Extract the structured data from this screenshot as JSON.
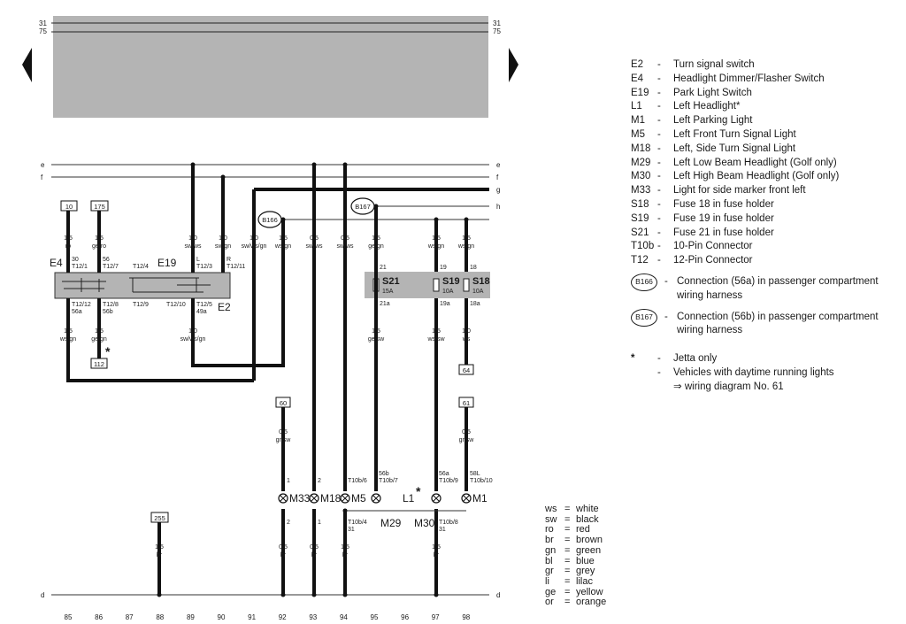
{
  "header_lines": {
    "line31": "31",
    "line75": "75"
  },
  "rails": {
    "e": "e",
    "f": "f",
    "g": "g",
    "h": "h",
    "d": "d"
  },
  "top_connectors": {
    "c10": "10",
    "c175": "175",
    "c60": "60",
    "c61": "61",
    "c112": "112",
    "c64": "64",
    "c255": "255"
  },
  "wires": {
    "w85": "1,5|ro",
    "w86": "1,5|ge/ro",
    "w89": "1,0|sw/ws",
    "w90": "1,0|sw/gn",
    "w91": "1,0|sw/ws/gn",
    "w92": "1,5|ws/gn",
    "w93": "0,5|sw/ws",
    "w94": "0,5|sw/ws",
    "w95": "1,5|ge/gn",
    "w97": "1,5|ws/gn",
    "w98": "1,5|ws/gn",
    "w85b": "1,5|ws/gn",
    "w86b": "1,5|ge/gn",
    "w89b": "1,0|sw/ws/gn",
    "w95b": "1,5|ge/sw",
    "w97b": "1,5|ws/sw",
    "w98b": "1,0|ws",
    "w92c": "0,5|gr/sw",
    "w98c": "0,5|gr/sw",
    "w88d": "1,5|br",
    "w92d": "0,5|br",
    "w93d": "0,5|br",
    "w94d": "1,5|br",
    "w97d": "1,5|br"
  },
  "pins": {
    "e4_top1": "30",
    "e4_top1b": "T12/1",
    "e4_top2": "56",
    "e4_top2b": "T12/7",
    "t124": "T12/4",
    "e2_topL": "L",
    "e2_topLb": "T12/3",
    "e2_topR": "R",
    "e2_topRb": "T12/11",
    "e4_bot1": "T12/12",
    "e4_bot1b": "56a",
    "e4_bot2": "T12/8",
    "e4_bot2b": "56b",
    "t129": "T12/9",
    "t1210": "T12/10",
    "e2_bot": "T12/5",
    "e2_botb": "49a",
    "s21_top": "21",
    "s21_bot": "21a",
    "s19_top": "19",
    "s19_bot": "19a",
    "s18_top": "18",
    "s18_bot": "18a",
    "m33_top": "1",
    "m18_top": "2",
    "m5_top": "T10b/6",
    "m29_top": "56b",
    "m29_topb": "T10b/7",
    "m30_top": "56a",
    "m30_topb": "T10b/9",
    "m1_top": "58L",
    "m1_topb": "T10b/10",
    "m33_bot": "2",
    "m18_bot": "1",
    "m5_bot": "T10b/4",
    "m5_botb": "31",
    "m30_bot": "T10b/8",
    "m30_botb": "31"
  },
  "components": {
    "E4": "E4",
    "E19": "E19",
    "E2": "E2",
    "S21": "S21",
    "S21amp": "15A",
    "S19": "S19",
    "S19amp": "10A",
    "S18": "S18",
    "S18amp": "10A",
    "M33": "M33",
    "M18": "M18",
    "M5": "M5",
    "L1": "L1",
    "M1": "M1",
    "M29": "M29",
    "M30": "M30",
    "B166": "B166",
    "B167": "B167",
    "star1": "*",
    "star2": "*"
  },
  "grid_numbers": [
    "85",
    "86",
    "87",
    "88",
    "89",
    "90",
    "91",
    "92",
    "93",
    "94",
    "95",
    "96",
    "97",
    "98"
  ],
  "legend": [
    {
      "code": "E2",
      "desc": "Turn signal switch"
    },
    {
      "code": "E4",
      "desc": "Headlight Dimmer/Flasher Switch"
    },
    {
      "code": "E19",
      "desc": "Park Light Switch"
    },
    {
      "code": "L1",
      "desc": "Left Headlight*"
    },
    {
      "code": "M1",
      "desc": "Left Parking Light"
    },
    {
      "code": "M5",
      "desc": "Left Front Turn Signal Light"
    },
    {
      "code": "M18",
      "desc": "Left, Side Turn Signal Light"
    },
    {
      "code": "M29",
      "desc": "Left Low Beam Headlight (Golf only)"
    },
    {
      "code": "M30",
      "desc": "Left High Beam Headlight (Golf only)"
    },
    {
      "code": "M33",
      "desc": "Light for side marker front left"
    },
    {
      "code": "S18",
      "desc": "Fuse 18 in fuse holder"
    },
    {
      "code": "S19",
      "desc": "Fuse 19 in fuse holder"
    },
    {
      "code": "S21",
      "desc": "Fuse 21 in fuse holder"
    },
    {
      "code": "T10b",
      "desc": "10-Pin Connector"
    },
    {
      "code": "T12",
      "desc": "12-Pin Connector"
    }
  ],
  "connections": [
    {
      "code": "B166",
      "desc": "Connection (56a) in passenger compartment wiring harness"
    },
    {
      "code": "B167",
      "desc": "Connection (56b) in passenger compartment wiring harness"
    }
  ],
  "notes": [
    {
      "mark": "*",
      "desc": "Jetta only"
    },
    {
      "mark": "",
      "desc": "Vehicles with daytime running lights"
    },
    {
      "mark": "",
      "desc": "⇒ wiring diagram No. 61"
    }
  ],
  "wire_colors": [
    {
      "abbr": "ws",
      "name": "white"
    },
    {
      "abbr": "sw",
      "name": "black"
    },
    {
      "abbr": "ro",
      "name": "red"
    },
    {
      "abbr": "br",
      "name": "brown"
    },
    {
      "abbr": "gn",
      "name": "green"
    },
    {
      "abbr": "bl",
      "name": "blue"
    },
    {
      "abbr": "gr",
      "name": "grey"
    },
    {
      "abbr": "li",
      "name": "lilac"
    },
    {
      "abbr": "ge",
      "name": "yellow"
    },
    {
      "abbr": "or",
      "name": "orange"
    }
  ]
}
